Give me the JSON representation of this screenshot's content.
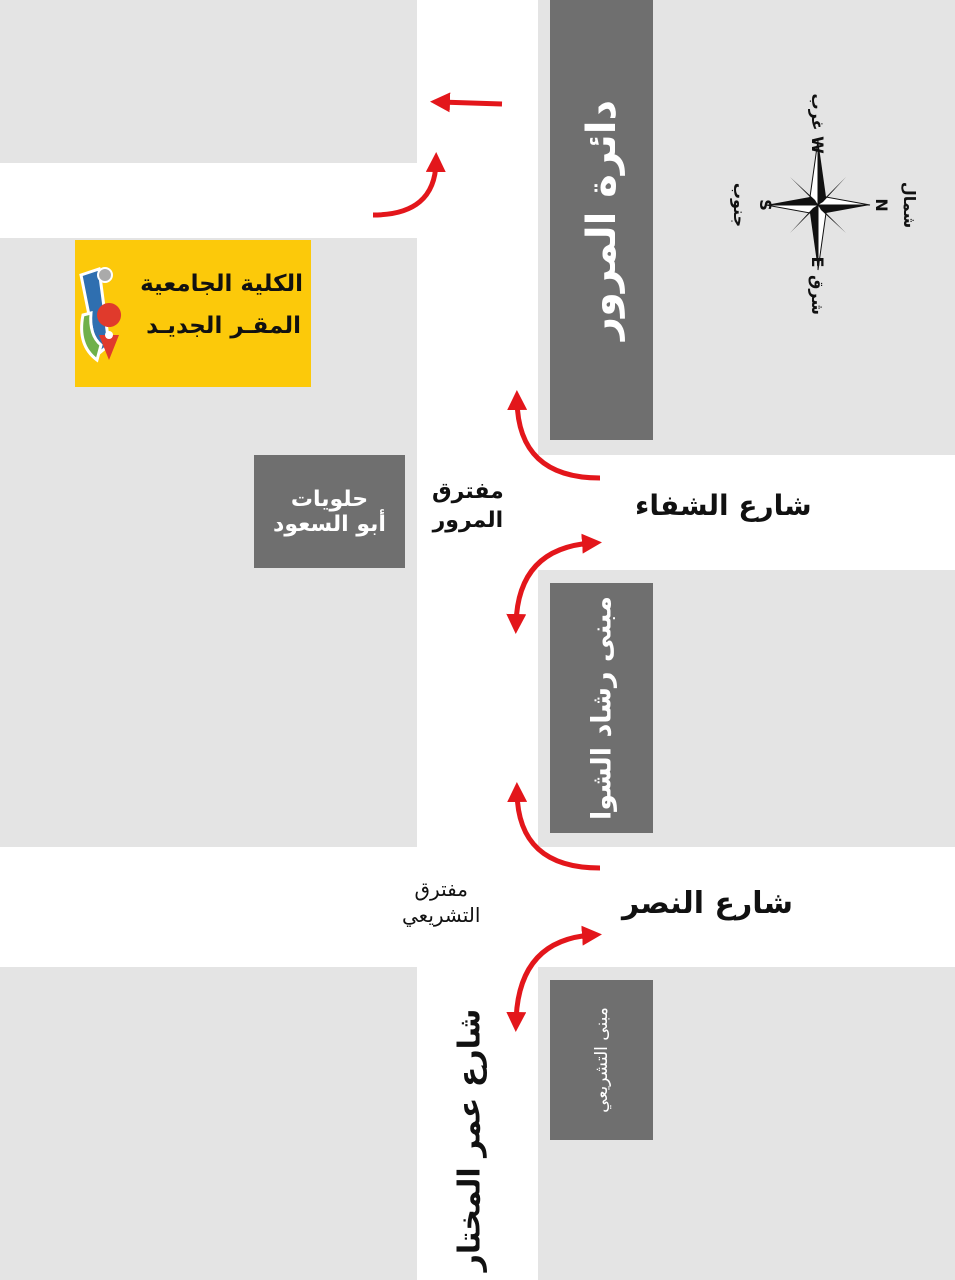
{
  "map": {
    "college": {
      "line1": "الكلية الجامعية",
      "line2": "المقـر الجديـد"
    },
    "buildings": {
      "traffic_dept": "دائرة المرور",
      "rashad_shawa": "مبنى رشاد الشوا",
      "legislative": "مبنى التشريعي",
      "sweets_line1": "حلويات",
      "sweets_line2": "أبو السعود"
    },
    "streets": {
      "shifa": "شارع الشفاء",
      "nasr": "شارع النصر",
      "omar_mukhtar": "شارع عمر المختار"
    },
    "junctions": {
      "traffic_line1": "مفترق",
      "traffic_line2": "المرور",
      "legislative_line1": "مفترق",
      "legislative_line2": "التشريعي"
    },
    "compass": {
      "north": "N",
      "north_ar": "شمال",
      "south": "S",
      "south_ar": "جنوب",
      "east": "E",
      "east_ar": "شرق",
      "west": "W",
      "west_ar": "غرب"
    },
    "colors": {
      "arrow": "#e3161b",
      "highlight": "#fcc90a",
      "building": "#6f6f6f",
      "block": "#e4e4e4"
    }
  }
}
